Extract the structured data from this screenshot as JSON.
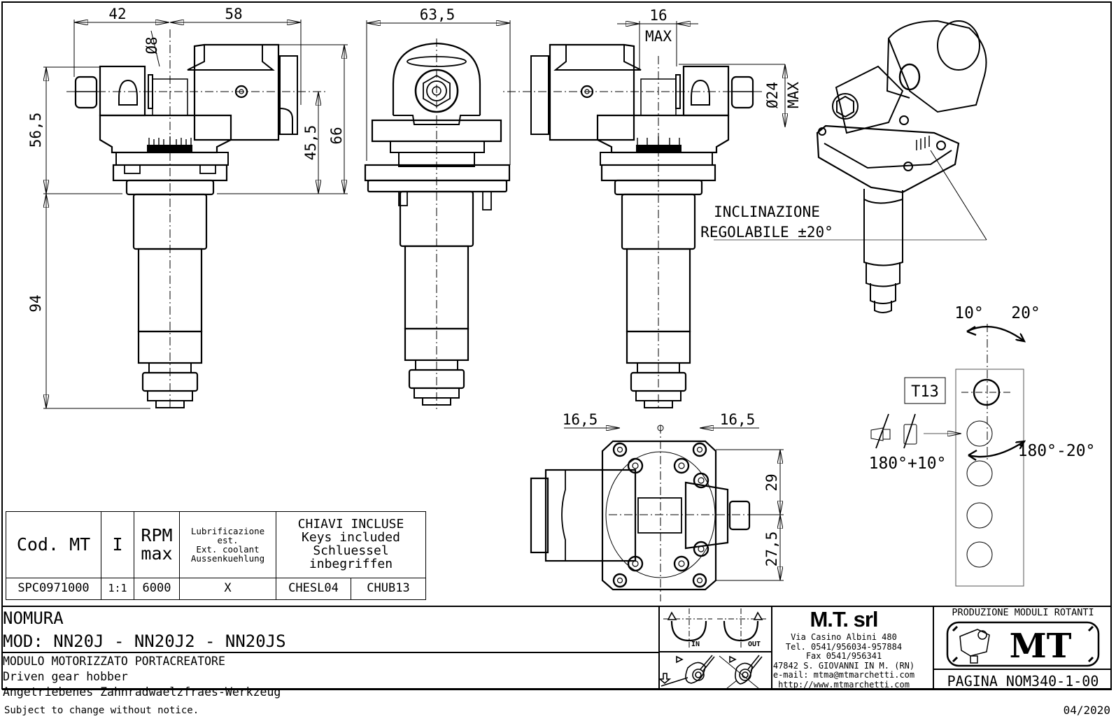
{
  "drawing": {
    "dimensions": {
      "side_left": {
        "width_left": "42",
        "width_right": "58",
        "shaft_dia": "Ø8",
        "height_upper": "56,5",
        "height_lower": "94",
        "h_45": "45,5",
        "h_66": "66"
      },
      "front": {
        "width": "63,5"
      },
      "side_right": {
        "gap_max_value": "16",
        "gap_max_label": "MAX",
        "dia_max_value": "Ø24",
        "dia_max_label": "MAX"
      },
      "top_view": {
        "offset_left": "16,5",
        "offset_right": "16,5",
        "h_upper": "29",
        "h_lower": "27,5"
      }
    },
    "inclination_note": {
      "line1": "INCLINAZIONE",
      "line2": "REGOLABILE ±20°"
    },
    "turret": {
      "angle_top_left": "10°",
      "angle_top_right": "20°",
      "station_label": "T13",
      "angle_bottom_left": "180°+10°",
      "angle_bottom_right": "180°-20°"
    }
  },
  "spec_table": {
    "headers": {
      "code": "Cod. MT",
      "ratio": "I",
      "rpm_line1": "RPM",
      "rpm_line2": "max",
      "coolant_line1": "Lubrificazione est.",
      "coolant_line2": "Ext. coolant",
      "coolant_line3": "Aussenkuehlung",
      "keys_line1": "CHIAVI INCLUSE",
      "keys_line2": "Keys included",
      "keys_line3": "Schluessel inbegriffen"
    },
    "row": {
      "code": "SPC0971000",
      "ratio": "1:1",
      "rpm": "6000",
      "coolant": "X",
      "key1": "CHESL04",
      "key2": "CHUB13"
    }
  },
  "title_block": {
    "brand": "NOMURA",
    "models": "MOD: NN20J - NN20J2 - NN20JS",
    "desc_it": "MODULO MOTORIZZATO PORTACREATORE",
    "desc_en": "Driven gear hobber",
    "desc_de": "Angetriebenes Zahnradwaelzfraes-Werkzeug",
    "rotation_in": "IN",
    "rotation_out": "OUT",
    "company": {
      "name": "M.T. srl",
      "address": "Via Casino Albini 480",
      "tel": "Tel. 0541/956034-957884",
      "fax": "Fax 0541/956341",
      "city": "47842 S. GIOVANNI IN M. (RN)",
      "email": "e-mail: mtma@mtmarchetti.com",
      "web": "http://www.mtmarchetti.com"
    },
    "production_label": "PRODUZIONE MODULI ROTANTI",
    "logo_text": "MT",
    "page": "PAGINA NOM340-1-00"
  },
  "footer": {
    "notice": "Subject to change without notice.",
    "date": "04/2020"
  }
}
